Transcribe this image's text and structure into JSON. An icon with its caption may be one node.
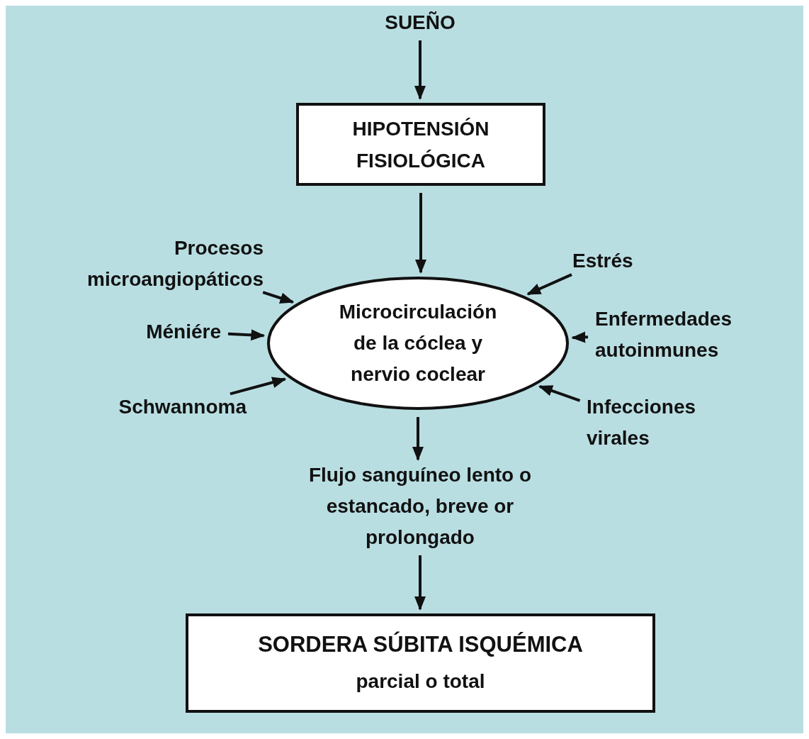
{
  "diagram": {
    "nodes": [
      {
        "text": [
          "SUEÑO"
        ]
      },
      {
        "text": [
          "HIPOTENSIÓN FISIOLÓGICA"
        ]
      },
      {
        "text": [
          "Procesos microangiopáticos"
        ]
      },
      {
        "text": [
          "Estrés"
        ]
      },
      {
        "text": [
          "Microcirculación de la cóclea y nervio coclear"
        ]
      },
      {
        "text": [
          "Méniére"
        ]
      },
      {
        "text": [
          "Enfermedades autoinmunes"
        ]
      },
      {
        "text": [
          "Schwannoma"
        ]
      },
      {
        "text": [
          "Infecciones virales"
        ]
      },
      {
        "text": [
          "Flujo sanguíneo lento o estancado, breve or prolongado"
        ]
      },
      {
        "text": [
          "SORDERA SÚBITA ISQUÉMICA",
          "parcial o total"
        ]
      }
    ],
    "edges": [
      {
        "from": 0,
        "to": 1,
        "arrow": "to"
      },
      {
        "from": 1,
        "to": 4,
        "arrow": "to"
      },
      {
        "from": 2,
        "to": 4,
        "arrow": "to"
      },
      {
        "from": 3,
        "to": 4,
        "arrow": "to"
      },
      {
        "from": 5,
        "to": 4,
        "arrow": "to"
      },
      {
        "from": 6,
        "to": 4,
        "arrow": "to"
      },
      {
        "from": 7,
        "to": 4,
        "arrow": "to"
      },
      {
        "from": 8,
        "to": 4,
        "arrow": "to"
      },
      {
        "from": 4,
        "to": 9,
        "arrow": "to"
      },
      {
        "from": 9,
        "to": 10,
        "arrow": "to"
      }
    ]
  }
}
